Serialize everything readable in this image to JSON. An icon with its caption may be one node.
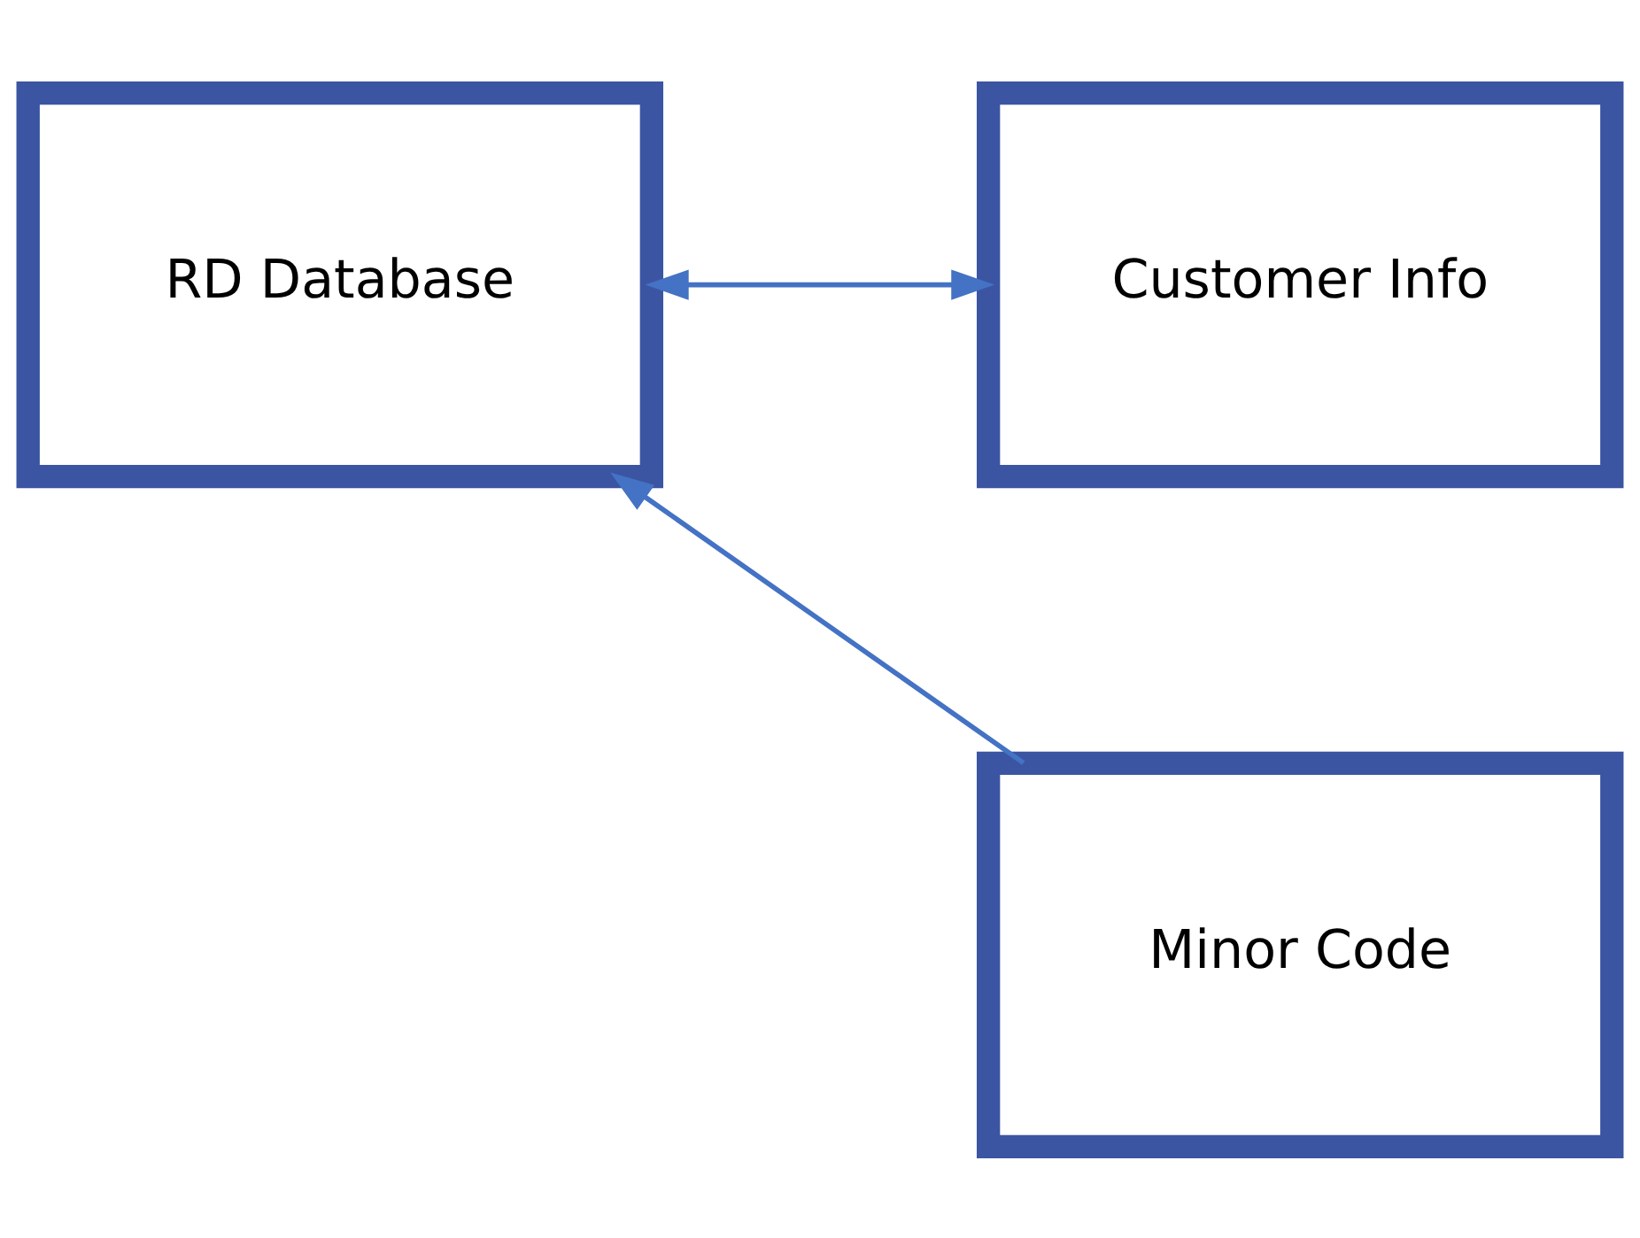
{
  "diagram": {
    "nodes": [
      {
        "text": [
          "RD Database"
        ]
      },
      {
        "text": [
          "Minor Code"
        ]
      },
      {
        "text": [
          "Customer Info"
        ]
      }
    ],
    "edges": [
      {
        "from": 1,
        "to": 0,
        "arrow": "to"
      },
      {
        "from": 0,
        "to": 2,
        "arrow": "both"
      }
    ]
  }
}
